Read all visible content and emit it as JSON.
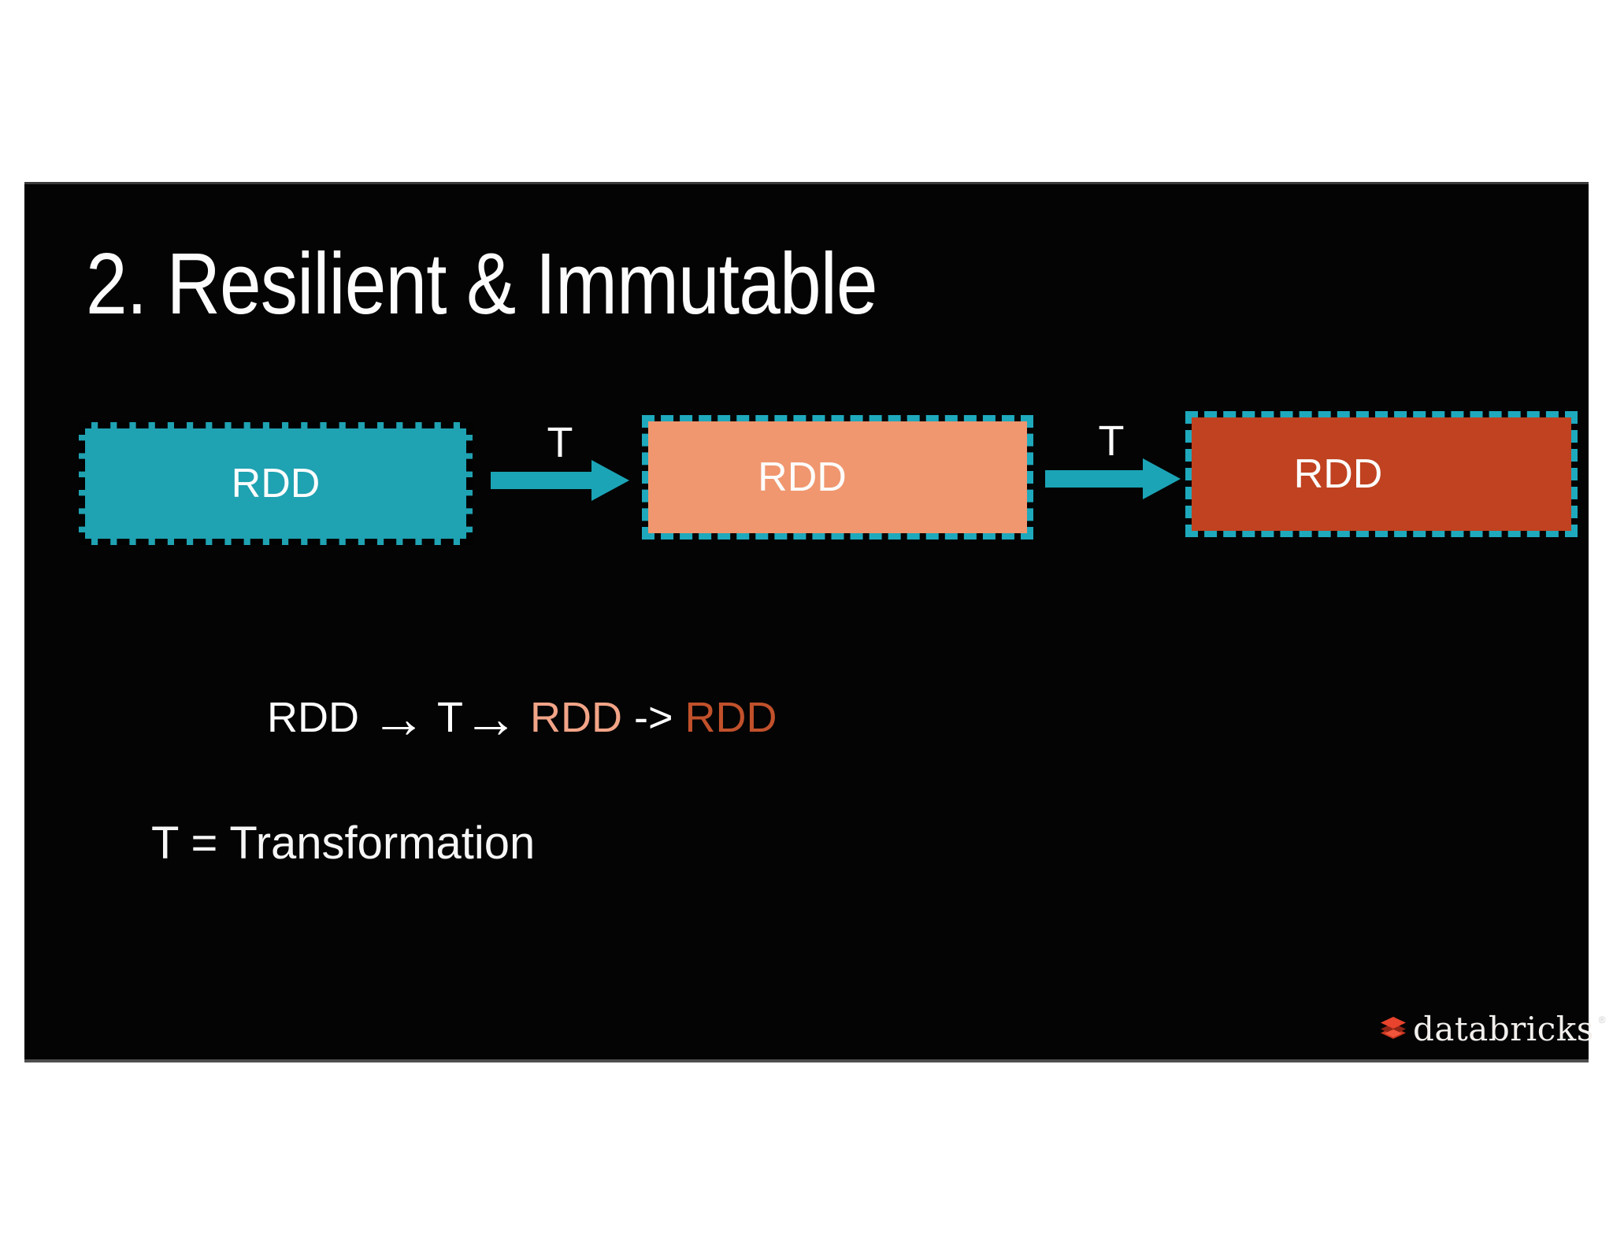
{
  "slide_title": "2. Resilient & Immutable",
  "diagram": {
    "boxes": [
      {
        "label": "RDD",
        "fill": "#1fa2b2",
        "border": "black-dashed"
      },
      {
        "label": "RDD",
        "fill": "#f0976f",
        "border": "teal-dashed"
      },
      {
        "label": "RDD",
        "fill": "#c04220",
        "border": "teal-dashed"
      }
    ],
    "arrow_labels": [
      "T",
      "T"
    ],
    "arrow_color": "#1ba4b6",
    "dash_color": "#1fa9bd"
  },
  "equation": {
    "rdd1": "RDD ",
    "arrow1": "→",
    "t": " T",
    "arrow2": "→",
    "rdd2": " RDD",
    "ascii_arrow": " -> ",
    "rdd3": "RDD",
    "rdd2_color": "#f2a487",
    "rdd3_color": "#c1512b"
  },
  "legend_text": "T = Transformation",
  "footer": {
    "brand": "databricks",
    "registered_mark": "®",
    "brand_red": "#e8432c"
  }
}
